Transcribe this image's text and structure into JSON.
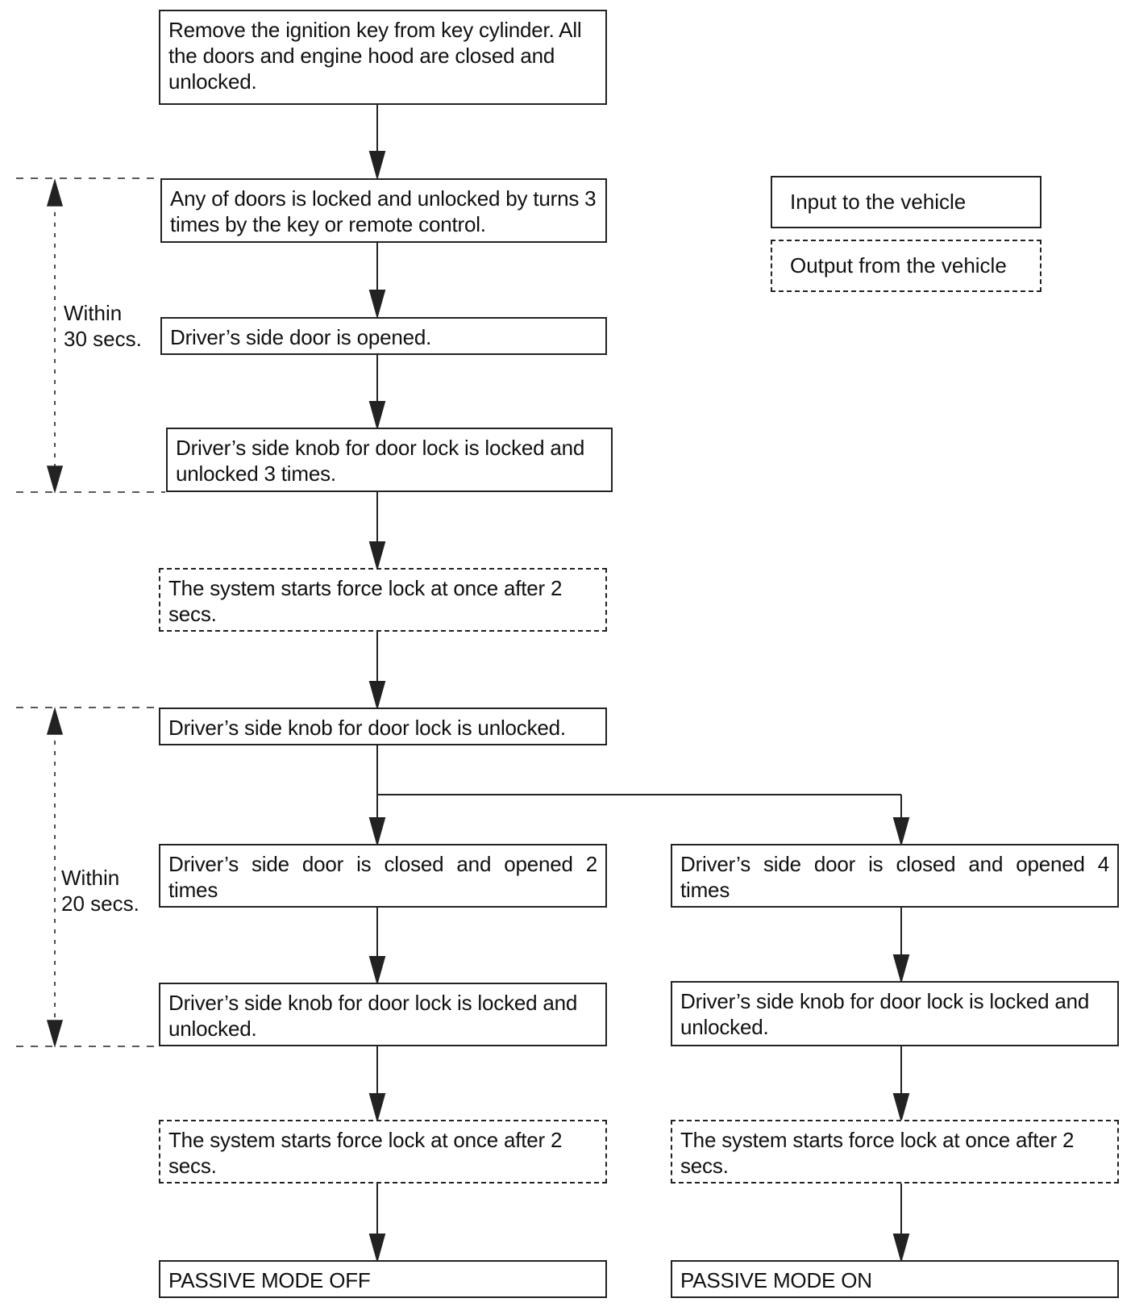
{
  "legend": {
    "input_label": "Input to the vehicle",
    "output_label": "Output from the vehicle"
  },
  "steps": {
    "start": "Remove the ignition key from key cylinder. All the doors and engine hood are closed and unlocked.",
    "turns": "Any of doors is locked and unlocked by turns 3 times by the key or remote control.",
    "door_opened": "Driver’s side door is opened.",
    "knob_3_times": "Driver’s side knob for door lock is locked and unlocked 3 times.",
    "force_lock_1": "The system starts force lock at once after 2 secs.",
    "knob_unlocked": "Driver’s side knob for door lock is unlocked.",
    "left_door_2": "Driver’s side door is closed and opened 2 times",
    "left_knob": "Driver’s side knob for door lock is locked and unlocked.",
    "left_force_lock": "The system starts force lock at once after 2 secs.",
    "mode_off": "PASSIVE MODE OFF",
    "right_door_4": "Driver’s side door is closed and opened 4 times",
    "right_knob": "Driver’s side knob for door lock is locked and unlocked.",
    "right_force_lock": "The system starts force lock at once after 2 secs.",
    "mode_on": "PASSIVE MODE ON"
  },
  "timing": {
    "first_line1": "Within",
    "first_line2": "30 secs.",
    "second_line1": "Within",
    "second_line2": "20 secs."
  }
}
